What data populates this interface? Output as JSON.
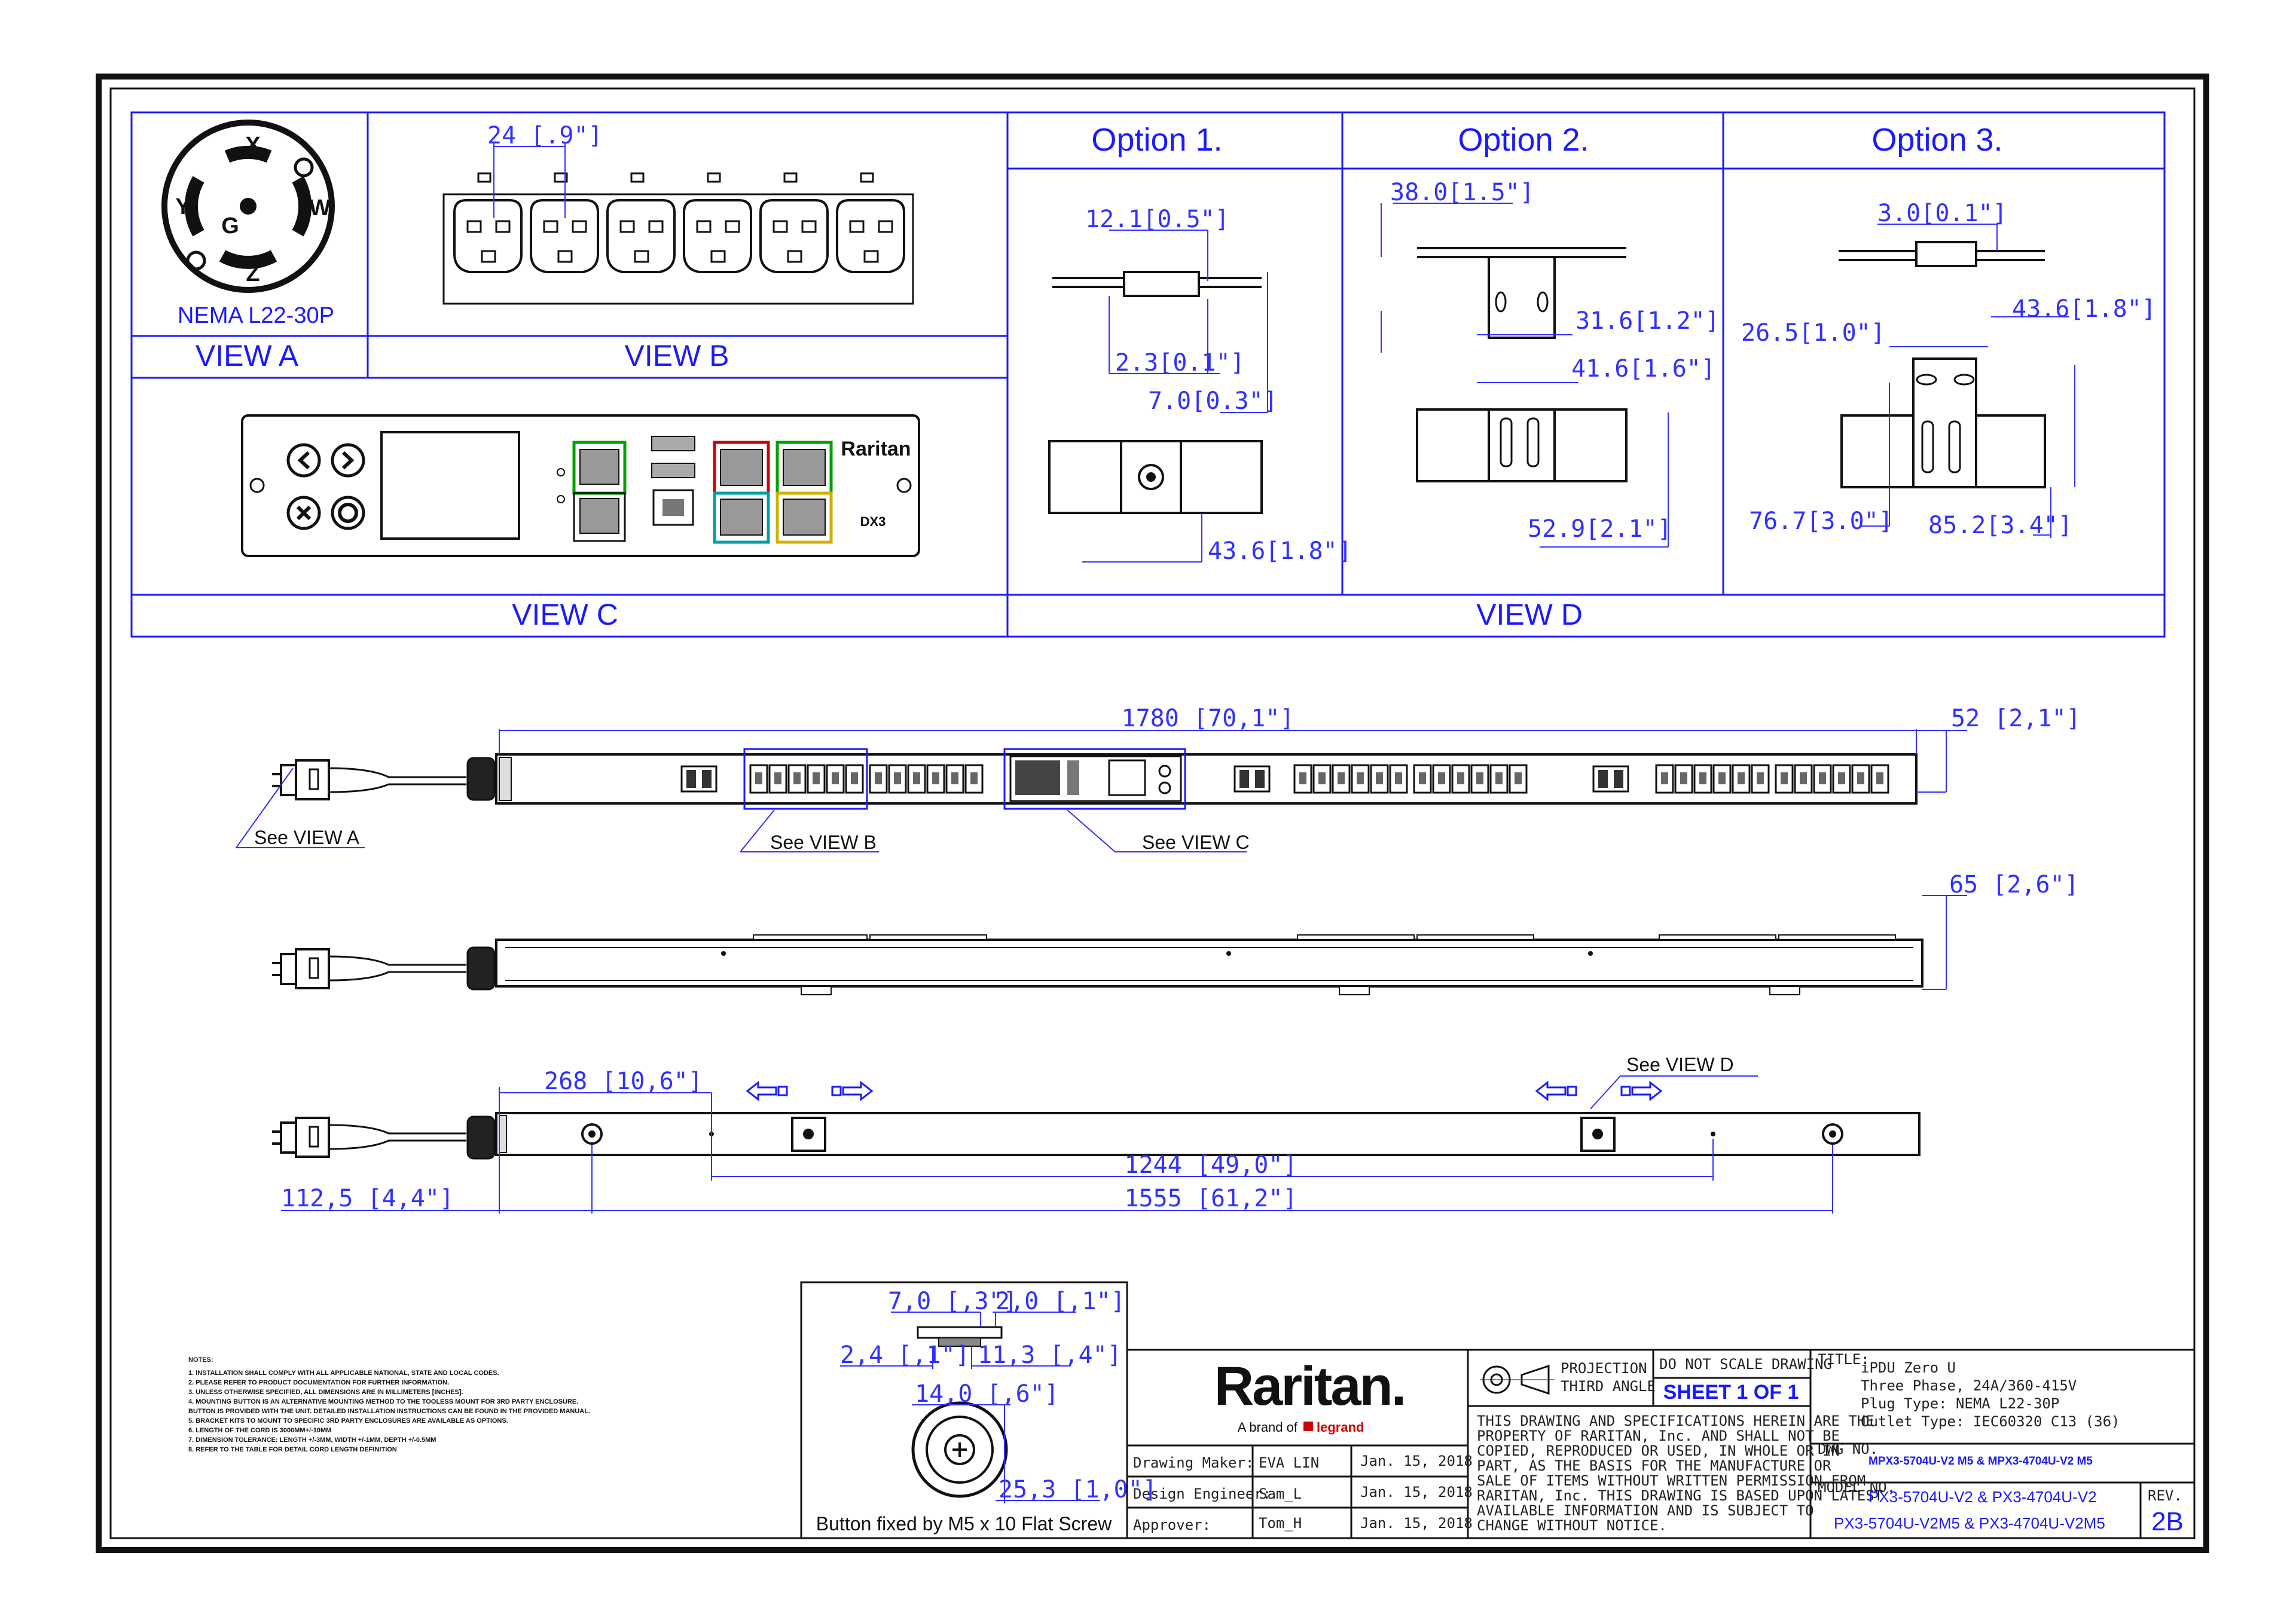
{
  "plug_view": {
    "pins": {
      "x": "X",
      "y": "Y",
      "g": "G",
      "w": "W",
      "z": "Z"
    },
    "plug_label": "NEMA L22-30P"
  },
  "view_labels": {
    "a": "VIEW A",
    "b": "VIEW B",
    "c": "VIEW C",
    "d": "VIEW D"
  },
  "view_b": {
    "outlet_dim": "24 [.9\"]"
  },
  "options": {
    "opt1": {
      "title": "Option 1.",
      "dims": [
        "12.1[0.5\"]",
        "2.3[0.1\"]",
        "7.0[0.3\"]",
        "43.6[1.8\"]"
      ]
    },
    "opt2": {
      "title": "Option 2.",
      "dims": [
        "38.0[1.5\"]",
        "31.6[1.2\"]",
        "41.6[1.6\"]",
        "52.9[2.1\"]"
      ]
    },
    "opt3": {
      "title": "Option 3.",
      "dims": [
        "3.0[0.1\"]",
        "43.6[1.8\"]",
        "26.5[1.0\"]",
        "76.7[3.0\"]",
        "85.2[3.4\"]"
      ]
    }
  },
  "controller": {
    "brand": "Raritan",
    "model_mark": "DX3"
  },
  "main_views": {
    "length_dim": "1780 [70,1\"]",
    "width_dim": "52 [2,1\"]",
    "depth_dim": "65 [2,6\"]",
    "callout_a": "See VIEW A",
    "callout_b": "See VIEW B",
    "callout_c": "See VIEW C",
    "callout_d": "See VIEW D",
    "dim_268": "268 [10,6\"]",
    "dim_1244": "1244 [49,0\"]",
    "dim_1125": "112,5 [4,4\"]",
    "dim_1555": "1555 [61,2\"]"
  },
  "button_detail": {
    "dims": [
      "7,0 [,3\"]",
      "2,0 [,1\"]",
      "2,4 [,1\"]",
      "11,3 [,4\"]",
      "14,0 [,6\"]",
      "25,3 [1,0\"]"
    ],
    "caption": "Button fixed by M5 x 10 Flat Screw"
  },
  "notes": {
    "heading": "NOTES:",
    "lines": [
      "1. INSTALLATION SHALL COMPLY WITH ALL APPLICABLE NATIONAL, STATE AND LOCAL CODES.",
      "2. PLEASE REFER TO PRODUCT DOCUMENTATION FOR FURTHER INFORMATION.",
      "3. UNLESS OTHERWISE SPECIFIED, ALL DIMENSIONS ARE IN MILLIMETERS [INCHES].",
      "4. MOUNTING BUTTON IS AN ALTERNATIVE MOUNTING METHOD TO THE TOOLESS MOUNT FOR 3RD PARTY ENCLOSURE.",
      "   BUTTON IS PROVIDED WITH THE UNIT. DETAILED INSTALLATION INSTRUCTIONS CAN BE FOUND IN THE PROVIDED MANUAL.",
      "5. BRACKET KITS TO MOUNT TO SPECIFIC 3RD PARTY ENCLOSURES ARE AVAILABLE AS OPTIONS.",
      "6. LENGTH OF THE CORD IS 3000MM+/-10MM",
      "7. DIMENSION TOLERANCE: LENGTH +/-3MM, WIDTH +/-1MM, DEPTH +/-0.5MM",
      "8. REFER TO THE TABLE FOR DETAIL CORD LENGTH DEFINITION"
    ]
  },
  "title_block": {
    "logo": "Raritan.",
    "logo_sub": "A brand of",
    "logo_brand": "legrand",
    "rows": [
      {
        "role": "Drawing Maker:",
        "name": "EVA LIN",
        "date": "Jan. 15, 2018"
      },
      {
        "role": "Design Engineer:",
        "name": "Sam_L",
        "date": "Jan. 15, 2018"
      },
      {
        "role": "Approver:",
        "name": "Tom_H",
        "date": "Jan. 15, 2018"
      }
    ],
    "projection": "PROJECTION",
    "angle": "THIRD ANGLE",
    "do_not_scale": "DO NOT SCALE DRAWING",
    "sheet": "SHEET 1 OF 1",
    "disclaimer": [
      "THIS DRAWING AND SPECIFICATIONS HEREIN ARE THE",
      "PROPERTY OF RARITAN, Inc. AND SHALL NOT BE",
      "COPIED, REPRODUCED OR USED, IN WHOLE OR IN",
      "PART, AS THE BASIS FOR THE MANUFACTURE OR",
      "SALE OF ITEMS WITHOUT WRITTEN PERMISSION FROM",
      "RARITAN, Inc. THIS DRAWING IS BASED UPON LATEST",
      "AVAILABLE INFORMATION AND IS SUBJECT TO",
      "CHANGE WITHOUT NOTICE."
    ],
    "title_label": "TITLE:",
    "title_lines": [
      "iPDU Zero U",
      "Three Phase, 24A/360-415V",
      "Plug Type: NEMA L22-30P",
      "Outlet Type: IEC60320 C13 (36)"
    ],
    "dwg_label": "DWG NO.",
    "dwg_value": "MPX3-5704U-V2 M5 & MPX3-4704U-V2 M5",
    "model_label": "MODEL NO.",
    "model_lines": [
      "PX3-5704U-V2 & PX3-4704U-V2",
      "PX3-5704U-V2M5 & PX3-4704U-V2M5"
    ],
    "rev_label": "REV.",
    "rev_value": "2B"
  },
  "colors": {
    "drawing_blue": "#1a1aff",
    "border": "#111111",
    "outlet_red": "#d00000",
    "outlet_green": "#00a000",
    "outlet_teal": "#00a0a0",
    "outlet_yellow": "#d0b000"
  }
}
